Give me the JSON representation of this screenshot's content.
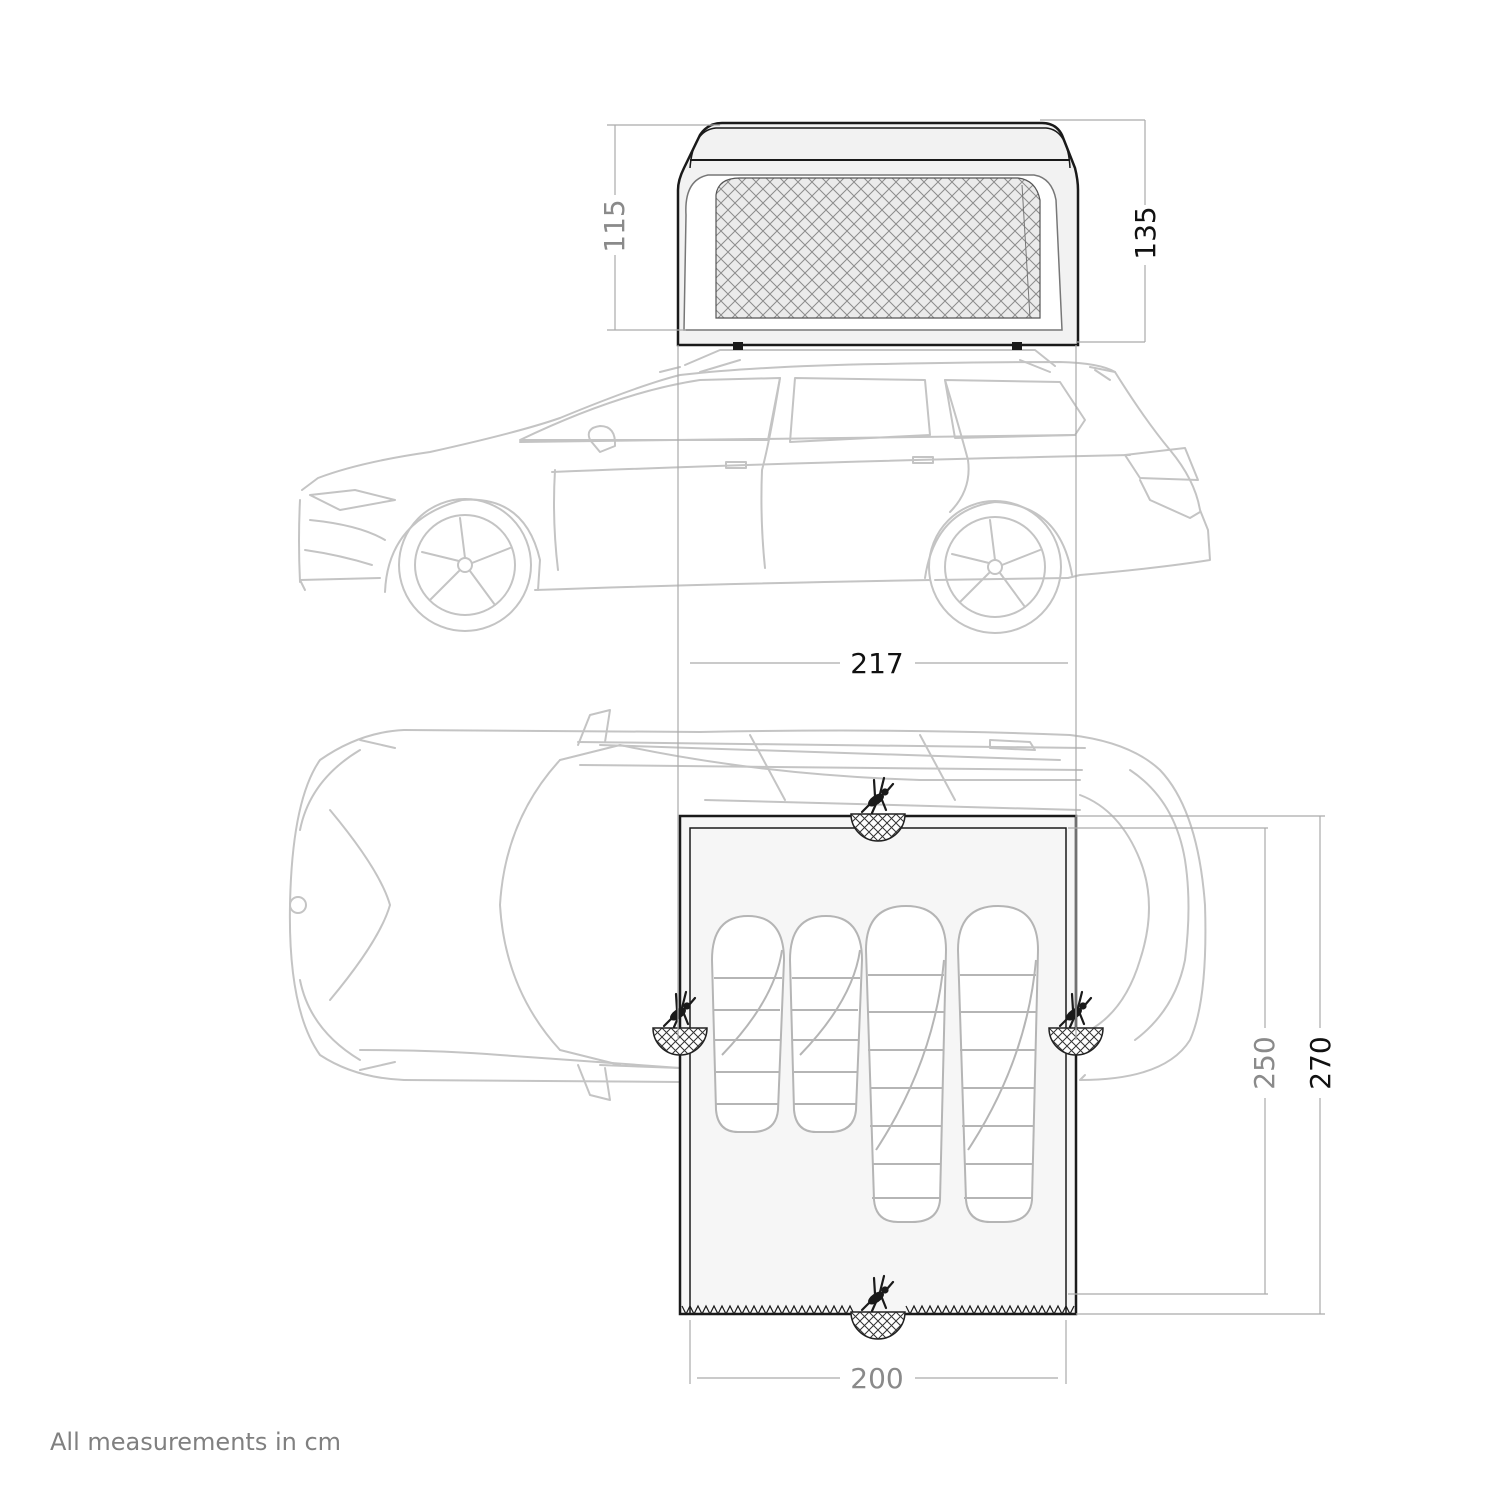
{
  "dimensions": {
    "tent_height_inner": "115",
    "tent_height_outer": "135",
    "tent_length": "217",
    "floor_length_inner": "250",
    "floor_length_outer": "270",
    "floor_width": "200"
  },
  "footnote": "All measurements in cm",
  "colors": {
    "car_outline": "#c4c4c4",
    "tent_outline": "#1a1a1a",
    "mesh_fill": "#e9e9e9",
    "dimension_dark": "#111111",
    "dimension_grey": "#8a8a8a",
    "footnote": "#808080"
  },
  "icons": [
    "mosquito-net-icon"
  ]
}
